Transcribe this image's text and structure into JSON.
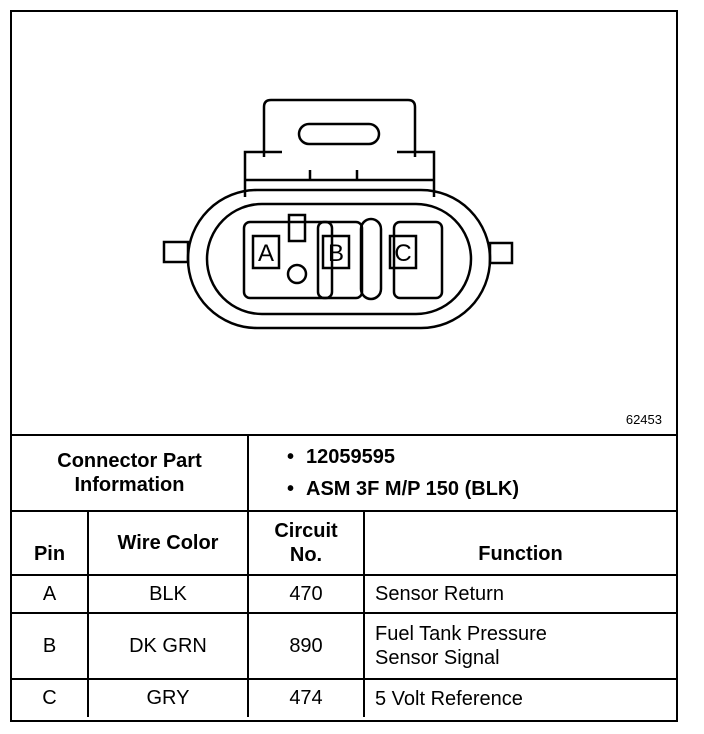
{
  "figure_id": "62453",
  "connector": {
    "pins": [
      "A",
      "B",
      "C"
    ]
  },
  "part_info": {
    "label": "Connector Part Information",
    "items": [
      "12059595",
      "ASM 3F M/P 150 (BLK)"
    ]
  },
  "table": {
    "headers": {
      "pin": "Pin",
      "wire_color": "Wire Color",
      "circuit": "Circuit No.",
      "function": "Function"
    },
    "rows": [
      {
        "pin": "A",
        "wire_color": "BLK",
        "circuit": "470",
        "function": "Sensor Return"
      },
      {
        "pin": "B",
        "wire_color": "DK GRN",
        "circuit": "890",
        "function": "Fuel Tank Pressure Sensor Signal"
      },
      {
        "pin": "C",
        "wire_color": "GRY",
        "circuit": "474",
        "function": "5 Volt Reference"
      }
    ]
  }
}
